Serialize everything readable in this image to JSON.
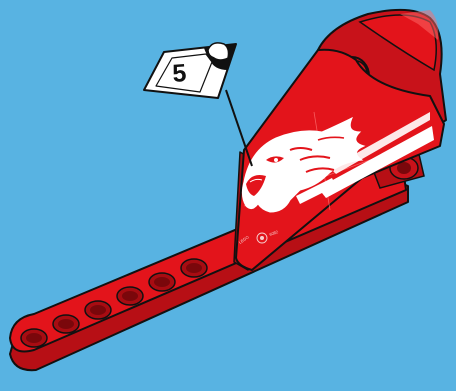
{
  "scene": {
    "background_color": "#58b3e2",
    "part_color": "#e3141b",
    "part_shadow_color": "#b70f15",
    "part_highlight_color": "#ff5a5a",
    "decal_color": "#ffffff"
  },
  "sticker_callout": {
    "number": "5",
    "icon": "peel-sticker-icon"
  },
  "decal": {
    "graphic": "eagle-head-icon",
    "fine_print": "LEGO",
    "part_code": "6082"
  }
}
